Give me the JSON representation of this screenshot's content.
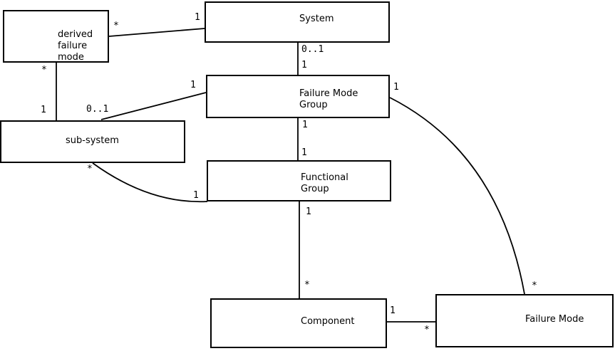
{
  "diagram": {
    "colors": {
      "background": "#ffffff",
      "line": "#000000",
      "box_fill": "#ffffff"
    },
    "entities": [
      {
        "id": "derived-failure-mode",
        "label": "derived\nfailure\nmode"
      },
      {
        "id": "system",
        "label": "System"
      },
      {
        "id": "failure-mode-group",
        "label": "Failure Mode\nGroup"
      },
      {
        "id": "sub-system",
        "label": "sub-system"
      },
      {
        "id": "functional-group",
        "label": "Functional\nGroup"
      },
      {
        "id": "component",
        "label": "Component"
      },
      {
        "id": "failure-mode",
        "label": "Failure Mode"
      }
    ],
    "associations": [
      {
        "end1": "derived failure mode",
        "end2": "System",
        "end1_mult": "*",
        "end2_mult": "1"
      },
      {
        "end1": "System",
        "end2": "Failure Mode Group",
        "end1_mult": "0..1",
        "end2_mult": "1"
      },
      {
        "end1": "derived failure mode",
        "end2": "sub-system",
        "end1_mult": "*",
        "end2_mult": "1"
      },
      {
        "end1": "Failure Mode Group",
        "end2": "sub-system",
        "end1_mult": "1",
        "end2_mult": "0..1"
      },
      {
        "end1": "Failure Mode Group",
        "end2": "Functional Group",
        "end1_mult": "1",
        "end2_mult": "1"
      },
      {
        "end1": "sub-system",
        "end2": "Functional Group",
        "end1_mult": "*",
        "end2_mult": "1"
      },
      {
        "end1": "Functional Group",
        "end2": "Component",
        "end1_mult": "1",
        "end2_mult": "*"
      },
      {
        "end1": "Component",
        "end2": "Failure Mode",
        "end1_mult": "1",
        "end2_mult": "*"
      },
      {
        "end1": "Failure Mode Group",
        "end2": "Failure Mode",
        "end1_mult": "1",
        "end2_mult": "*"
      }
    ]
  }
}
